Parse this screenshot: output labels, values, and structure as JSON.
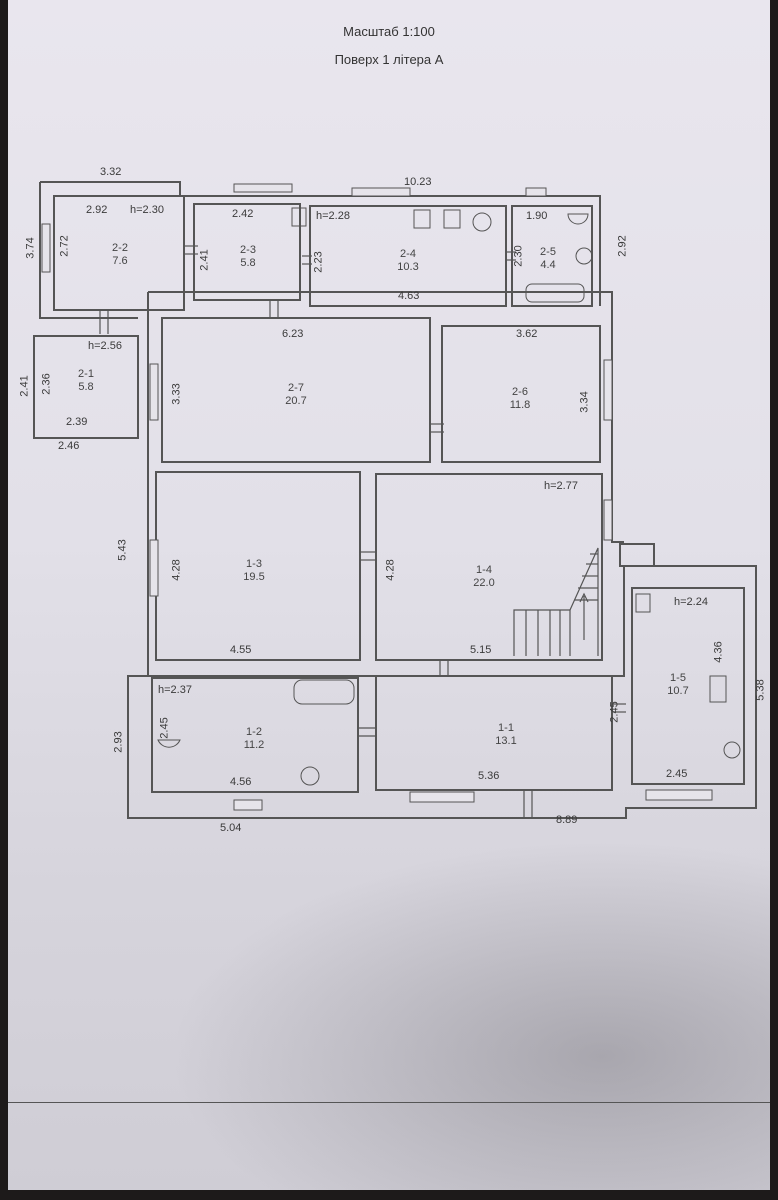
{
  "header": {
    "scale": "Масштаб 1:100",
    "floor": "Поверх 1 літера А"
  },
  "dimensions": {
    "d332": "3.32",
    "d1023": "10.23",
    "d292a": "2.92",
    "h230": "h=2.30",
    "d242": "2.42",
    "h228": "h=2.28",
    "d190": "1.90",
    "d374": "3.74",
    "d272": "2.72",
    "d241a": "2.41",
    "d223": "2.23",
    "d230": "2.30",
    "d292b": "2.92",
    "d463": "4.63",
    "h256": "h=2.56",
    "d623": "6.23",
    "d362": "3.62",
    "d241b": "2.41",
    "d236": "2.36",
    "d333": "3.33",
    "d334": "3.34",
    "d239": "2.39",
    "d246": "2.46",
    "h277": "h=2.77",
    "d543": "5.43",
    "d428a": "4.28",
    "d428b": "4.28",
    "d455": "4.55",
    "d515": "5.15",
    "h224": "h=2.24",
    "d436": "4.36",
    "d538": "5.38",
    "h237": "h=2.37",
    "d293": "2.93",
    "d245a": "2.45",
    "d245b": "2.45",
    "d456": "4.56",
    "d536": "5.36",
    "d245c": "2.45",
    "d504": "5.04",
    "d889": "8.89"
  },
  "rooms": [
    {
      "id": "2-2",
      "area": "7.6"
    },
    {
      "id": "2-3",
      "area": "5.8"
    },
    {
      "id": "2-4",
      "area": "10.3"
    },
    {
      "id": "2-5",
      "area": "4.4"
    },
    {
      "id": "2-1",
      "area": "5.8"
    },
    {
      "id": "2-7",
      "area": "20.7"
    },
    {
      "id": "2-6",
      "area": "11.8"
    },
    {
      "id": "1-3",
      "area": "19.5"
    },
    {
      "id": "1-4",
      "area": "22.0"
    },
    {
      "id": "1-5",
      "area": "10.7"
    },
    {
      "id": "1-2",
      "area": "11.2"
    },
    {
      "id": "1-1",
      "area": "13.1"
    }
  ]
}
